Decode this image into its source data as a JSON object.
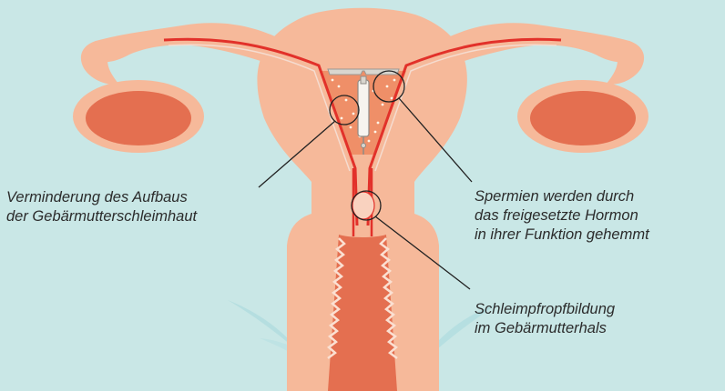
{
  "colors": {
    "background": "#c9e7e6",
    "uterus_tissue": "#f6b99a",
    "uterus_inner": "#ef8f68",
    "ovary": "#e46f50",
    "blood_line": "#e2312a",
    "outline": "#222222",
    "iud": "#d9d6cf"
  },
  "labels": {
    "left": {
      "line1": "Verminderung des Aufbaus",
      "line2": "der Gebärmutterschleimhaut"
    },
    "right_top": {
      "line1": "Spermien werden durch",
      "line2": "das freigesetzte Hormon",
      "line3": "in ihrer Funktion gehemmt"
    },
    "right_bottom": {
      "line1": "Schleimpfropfbildung",
      "line2": "im Gebärmutterhals"
    }
  }
}
